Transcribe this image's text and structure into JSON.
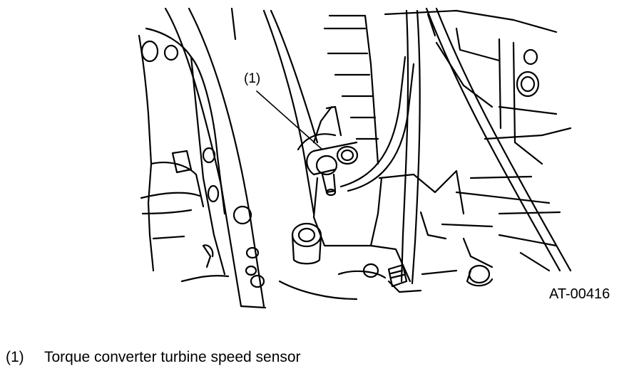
{
  "figure": {
    "callout": "(1)",
    "figure_id": "AT-00416"
  },
  "legend": [
    {
      "number": "(1)",
      "text": "Torque converter turbine speed sensor"
    }
  ]
}
